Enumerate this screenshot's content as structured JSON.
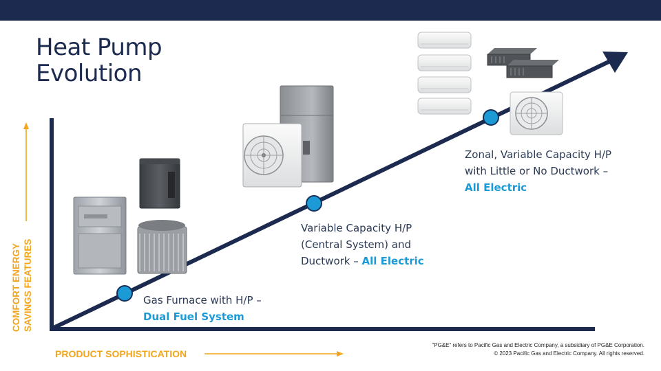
{
  "title": {
    "line1": "Heat Pump",
    "line2": "Evolution"
  },
  "axes": {
    "x_label": "PRODUCT SOPHISTICATION",
    "y_label_line1": "COMFORT ENERGY",
    "y_label_line2": "SAVINGS FEATURES"
  },
  "stages": [
    {
      "line1": "Gas Furnace with H/P –",
      "highlight": "Dual Fuel System"
    },
    {
      "line1": "Variable Capacity H/P",
      "line2": "(Central System) and",
      "line3": "Ductwork – ",
      "highlight": "All Electric"
    },
    {
      "line1": "Zonal, Variable Capacity H/P",
      "line2": "with Little or No Ductwork –",
      "highlight": "All Electric"
    }
  ],
  "footer": {
    "line1": "“PG&E” refers to Pacific Gas and Electric Company, a subsidiary of PG&E Corporation.",
    "line2": "© 2023 Pacific Gas and Electric Company. All rights reserved."
  },
  "colors": {
    "navy": "#1b2a4e",
    "accent_blue": "#1b9ad6",
    "orange": "#f3a51d"
  },
  "icons": [
    "furnace-icon",
    "evaporator-coil-icon",
    "condenser-icon",
    "air-handler-icon",
    "outdoor-heat-pump-icon",
    "wall-mount-unit-icon",
    "ducted-unit-icon",
    "mini-split-outdoor-icon"
  ]
}
